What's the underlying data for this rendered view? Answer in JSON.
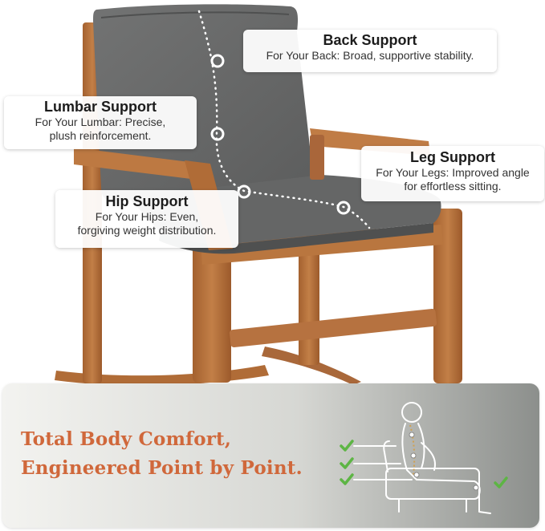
{
  "callouts": {
    "back": {
      "title": "Back Support",
      "desc_lines": [
        "For Your Back: Broad, supportive stability."
      ]
    },
    "lumbar": {
      "title": "Lumbar Support",
      "desc_lines": [
        "For Your Lumbar: Precise,",
        "plush reinforcement."
      ]
    },
    "leg": {
      "title": "Leg Support",
      "desc_lines": [
        "For Your Legs: Improved angle",
        "for effortless sitting."
      ]
    },
    "hip": {
      "title": "Hip Support",
      "desc_lines": [
        "For Your Hips: Even,",
        "forgiving weight distribution."
      ]
    }
  },
  "banner": {
    "headline_lines": [
      "Total Body Comfort,",
      "Engineered Point by Point."
    ]
  },
  "colors": {
    "wood": "#b8733d",
    "wood_dark": "#8e5428",
    "cushion": "#6b6c6c",
    "cushion_dark": "#555656",
    "headline": "#d0683b",
    "check": "#5db544"
  },
  "icons": [
    "support-point-marker-icon",
    "checkmark-icon",
    "seated-body-posture-icon"
  ]
}
